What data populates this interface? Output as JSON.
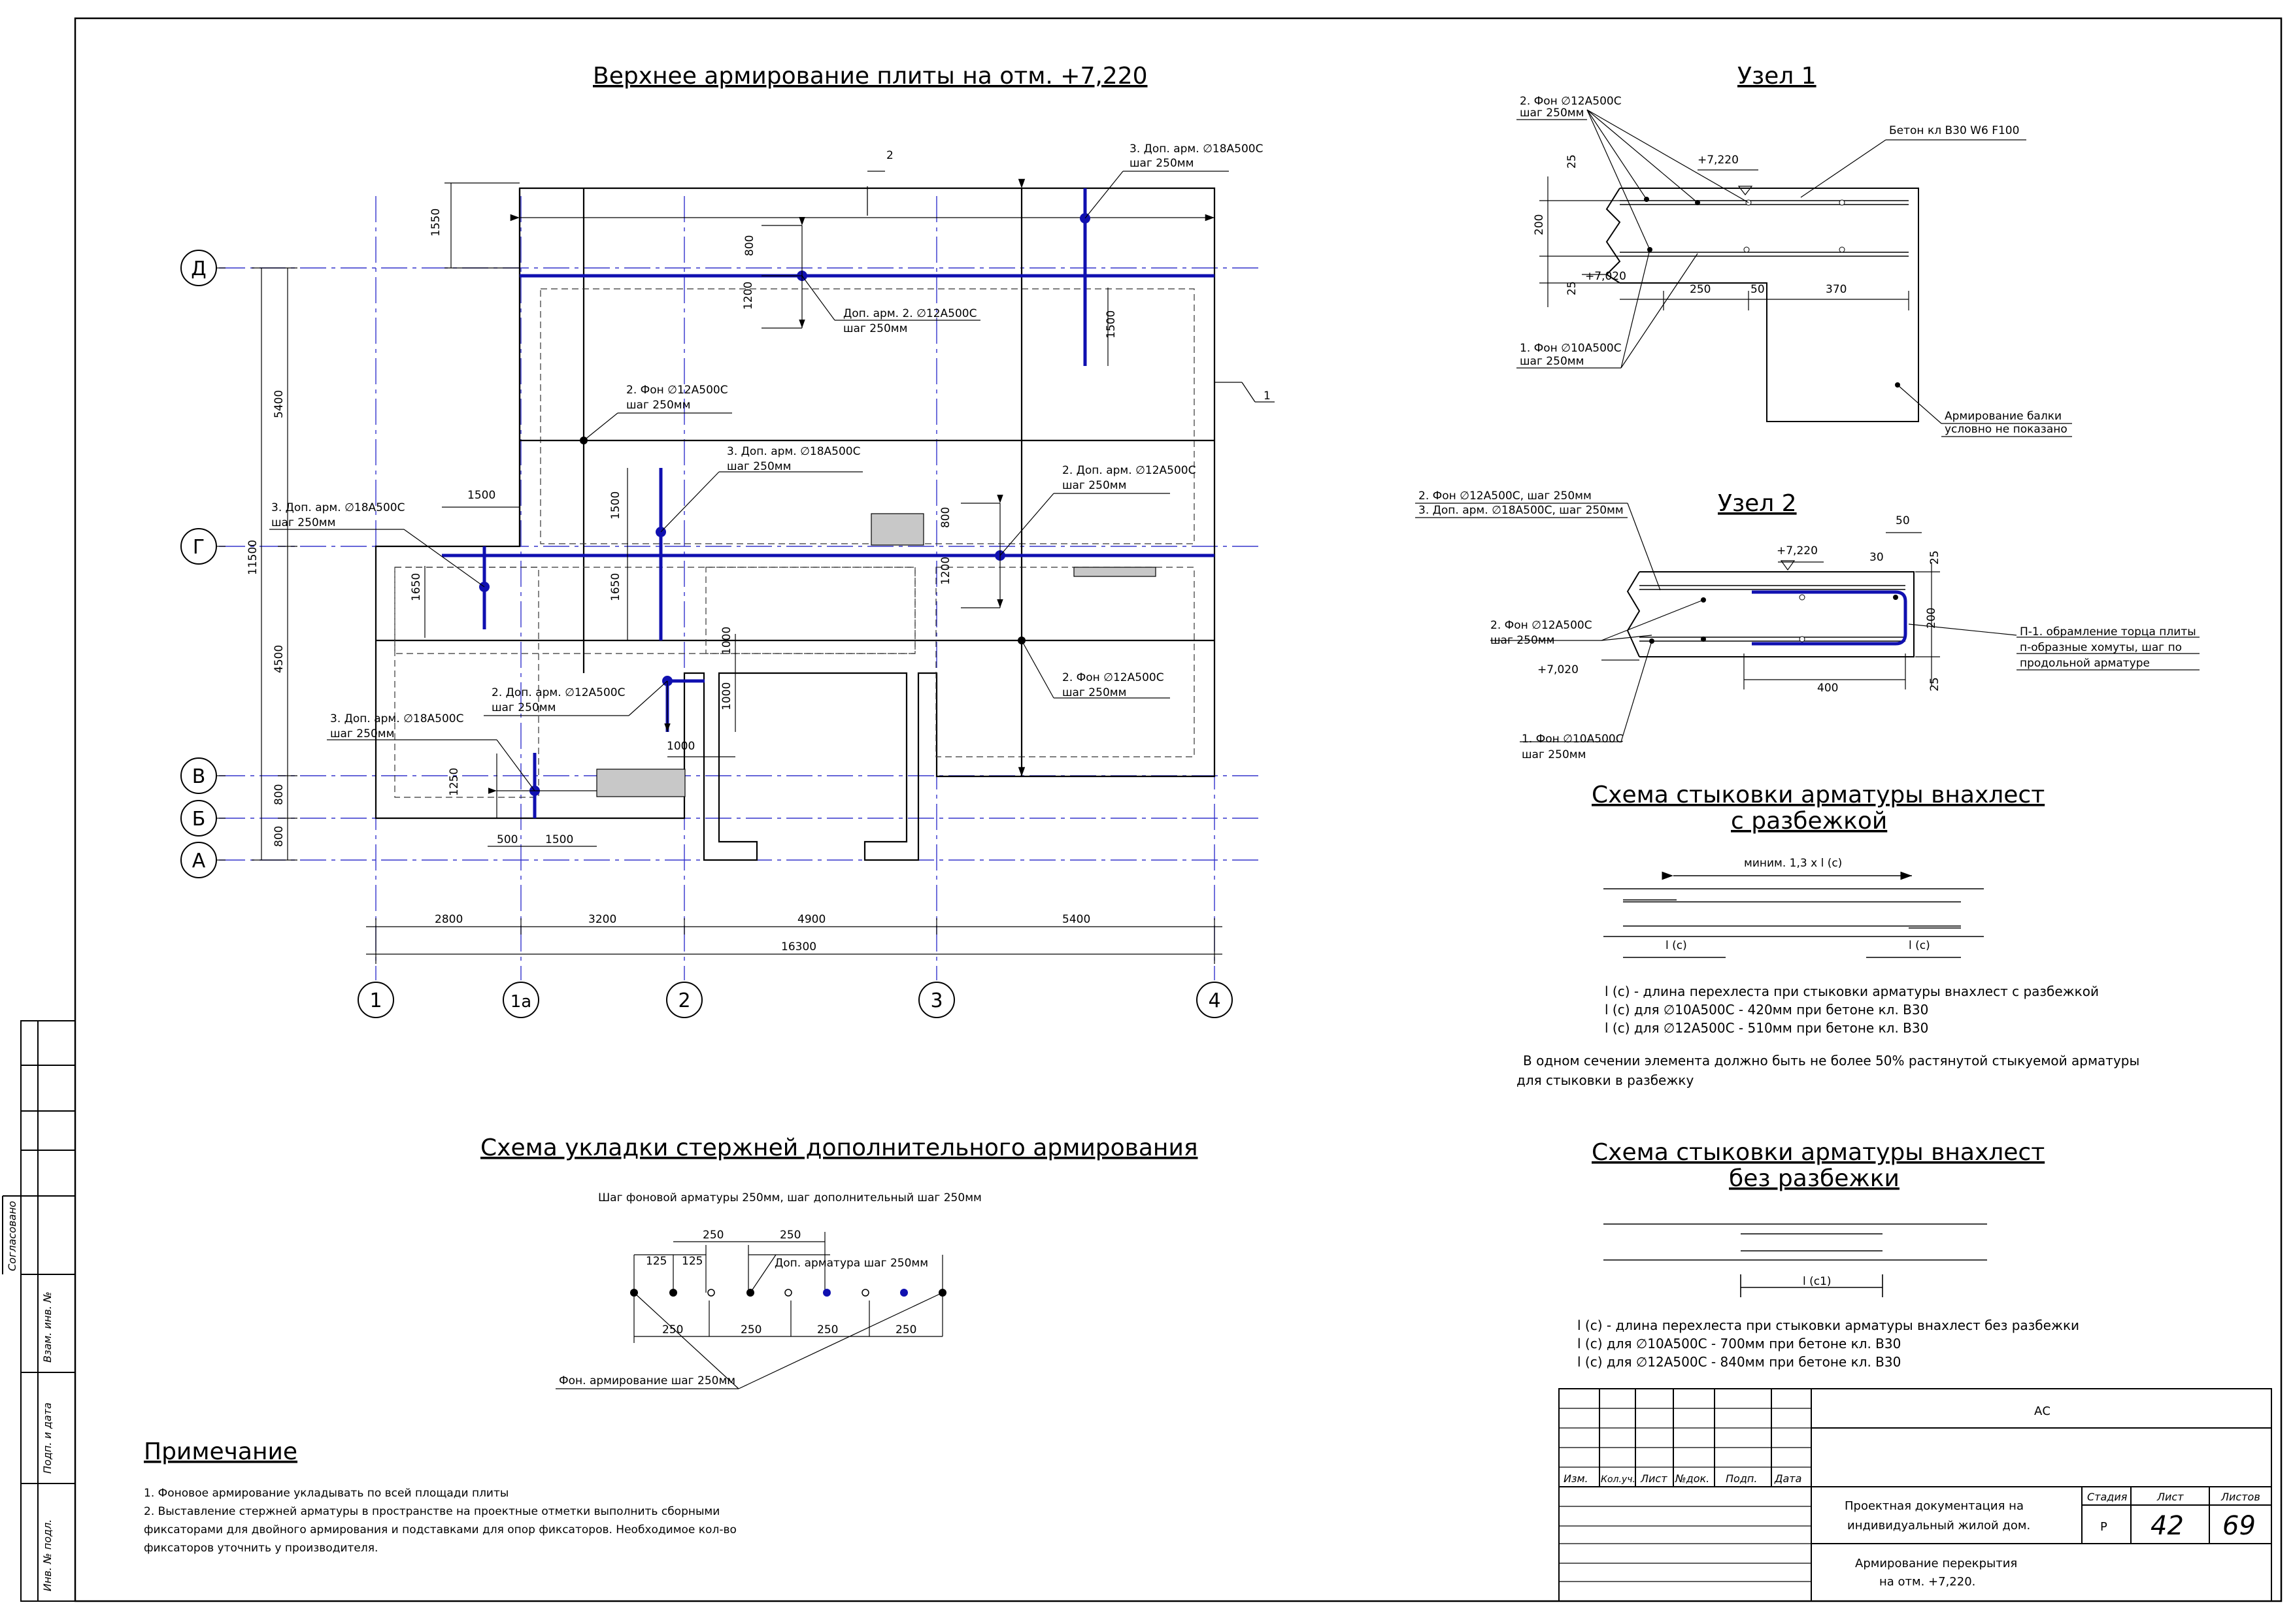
{
  "plan": {
    "title": "Верхнее армирование плиты на отм. +7,220",
    "axes_letters": [
      "Д",
      "Г",
      "В",
      "Б",
      "А"
    ],
    "axes_numbers": [
      "1",
      "1а",
      "2",
      "3",
      "4"
    ],
    "dims_bottom": [
      "2800",
      "3200",
      "4900",
      "5400"
    ],
    "dim_total": "16300",
    "dims_left_outer": "11500",
    "dims_left": [
      "5400",
      "4500",
      "800",
      "800"
    ],
    "dims_misc": {
      "d1550": "1550",
      "d800a": "800",
      "d1200a": "1200",
      "d1500a": "1500",
      "d1500b": "1500",
      "d1650a": "1650",
      "d1650b": "1650",
      "d800b": "800",
      "d1200b": "1200",
      "d1000a": "1000",
      "d1000b": "1000",
      "d1000c": "1000",
      "d1500c": "1500",
      "d1250": "1250",
      "d500": "500",
      "d1500d": "1500"
    },
    "pos_marks": [
      "2",
      "1"
    ],
    "callouts": [
      {
        "l1": "3. Доп. арм. ∅18А500С",
        "l2": "шаг 250мм"
      },
      {
        "l1": "Доп. арм. 2. ∅12А500С",
        "l2": "шаг 250мм"
      },
      {
        "l1": "2. Фон ∅12А500С",
        "l2": "шаг 250мм"
      },
      {
        "l1": "3. Доп. арм. ∅18А500С",
        "l2": "шаг 250мм"
      },
      {
        "l1": "2. Доп. арм. ∅12А500С",
        "l2": "шаг 250мм"
      },
      {
        "l1": "3. Доп. арм. ∅18А500С",
        "l2": "шаг 250мм"
      },
      {
        "l1": "2. Фон ∅12А500С",
        "l2": "шаг 250мм"
      },
      {
        "l1": "2. Доп. арм. ∅12А500С",
        "l2": "шаг 250мм"
      },
      {
        "l1": "3. Доп. арм. ∅18А500С",
        "l2": "шаг 250мм"
      }
    ]
  },
  "node1": {
    "title": "Узел 1",
    "l_fon2a": "2. Фон ∅12А500С",
    "l_fon2b": "шаг 250мм",
    "l_beton": "Бетон кл В30 W6 F100",
    "elev_top": "+7,220",
    "elev_bot": "+7,020",
    "d25a": "25",
    "d200": "200",
    "d25b": "25",
    "d250": "250",
    "d50": "50",
    "d370": "370",
    "l_fon1a": "1. Фон ∅10А500С",
    "l_fon1b": "шаг 250мм",
    "l_beam1": "Армирование балки",
    "l_beam2": "условно не показано"
  },
  "node2": {
    "title": "Узел 2",
    "l_a1": "2. Фон ∅12А500С, шаг 250мм",
    "l_a2": "3. Доп. арм. ∅18А500С, шаг 250мм",
    "elev_top": "+7,220",
    "elev_bot": "+7,020",
    "d50": "50",
    "d30": "30",
    "d25a": "25",
    "d200": "200",
    "d25b": "25",
    "d400": "400",
    "l_fon2a": "2. Фон ∅12А500С",
    "l_fon2b": "шаг 250мм",
    "l_fon1a": "1. Фон ∅10А500С",
    "l_fon1b": "шаг 250мм",
    "l_p1": "П-1. обрамление торца плиты",
    "l_p2": "п-образные хомуты, шаг по",
    "l_p3": "продольной арматуре"
  },
  "lap1": {
    "title1": "Схема стыковки арматуры внахлест",
    "title2": "с разбежкой",
    "min_label": "миним. 1,3 х l (с)",
    "lc": "l (с)",
    "notes": [
      "l (с) - длина перехлеста при стыковки арматуры внахлест с разбежкой",
      "l (с) для ∅10А500С - 420мм  при бетоне кл. В30",
      "l (с) для ∅12А500С - 510мм  при бетоне кл. В30"
    ],
    "para1": "В одном сечении элемента должно быть не более 50% растянутой стыкуемой арматуры",
    "para2": "для стыковки в разбежку"
  },
  "lap2": {
    "title1": "Схема стыковки арматуры внахлест",
    "title2": "без разбежки",
    "lc1": "l (с1)",
    "notes": [
      "l (с) - длина перехлеста при стыковки арматуры внахлест без разбежки",
      "l (с) для ∅10А500С - 700мм  при бетоне кл. В30",
      "l (с) для ∅12А500С - 840мм  при бетоне кл. В30"
    ]
  },
  "scheme": {
    "title": "Схема укладки стержней дополнительного армирования",
    "subtitle": "Шаг фоновой арматуры 250мм, шаг дополнительный шаг 250мм",
    "top_dims": [
      "125",
      "125",
      "250",
      "250"
    ],
    "bot_dims": [
      "250",
      "250",
      "250",
      "250"
    ],
    "l_add": "Доп. арматура шаг 250мм",
    "l_fon": "Фон. армирование шаг 250мм"
  },
  "notes": {
    "title": "Примечание",
    "lines": [
      "1. Фоновое армирование укладывать по всей площади плиты",
      "2. Выставление стержней арматуры в пространстве на проектные отметки выполнить сборными",
      "фиксаторами для двойного армирования и подставками для опор фиксаторов. Необходимое кол-во",
      "фиксаторов уточнить у производителя."
    ]
  },
  "side_stamp": {
    "agreed": "Согласовано",
    "vzam": "Взам. инв. №",
    "podp": "Подп. и дата",
    "inv": "Инв. № подл."
  },
  "title_block": {
    "code": "АС",
    "cols": [
      "Изм.",
      "Кол.уч.",
      "Лист",
      "№док.",
      "Подп.",
      "Дата"
    ],
    "project1": "Проектная документация на",
    "project2": "индивидуальный жилой дом.",
    "stage_h": "Стадия",
    "sheet_h": "Лист",
    "sheets_h": "Листов",
    "stage": "Р",
    "sheet": "42",
    "sheets": "69",
    "drawing1": "Армирование перекрытия",
    "drawing2": "на отм. +7,220."
  },
  "colors": {
    "rebar": "#1010b0",
    "axis": "#3333cc",
    "ink": "#000000",
    "gray": "#c8c8c8"
  }
}
